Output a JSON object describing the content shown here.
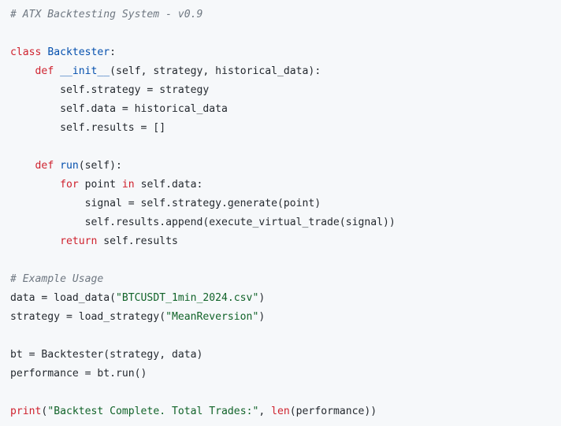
{
  "code": {
    "lines": [
      [
        {
          "t": "# ATX Backtesting System - v0.9",
          "c": "comment"
        }
      ],
      [],
      [
        {
          "t": "class",
          "c": "kw"
        },
        {
          "t": " ",
          "c": "name"
        },
        {
          "t": "Backtester",
          "c": "class"
        },
        {
          "t": ":",
          "c": "name"
        }
      ],
      [
        {
          "t": "    ",
          "c": "name"
        },
        {
          "t": "def",
          "c": "kw"
        },
        {
          "t": " ",
          "c": "name"
        },
        {
          "t": "__init__",
          "c": "fn"
        },
        {
          "t": "(self, strategy, historical_data):",
          "c": "name"
        }
      ],
      [
        {
          "t": "        self.strategy = strategy",
          "c": "name"
        }
      ],
      [
        {
          "t": "        self.data = historical_data",
          "c": "name"
        }
      ],
      [
        {
          "t": "        self.results = []",
          "c": "name"
        }
      ],
      [],
      [
        {
          "t": "    ",
          "c": "name"
        },
        {
          "t": "def",
          "c": "kw"
        },
        {
          "t": " ",
          "c": "name"
        },
        {
          "t": "run",
          "c": "fn"
        },
        {
          "t": "(self):",
          "c": "name"
        }
      ],
      [
        {
          "t": "        ",
          "c": "name"
        },
        {
          "t": "for",
          "c": "kw"
        },
        {
          "t": " point ",
          "c": "name"
        },
        {
          "t": "in",
          "c": "kw"
        },
        {
          "t": " self.data:",
          "c": "name"
        }
      ],
      [
        {
          "t": "            signal = self.strategy.generate(point)",
          "c": "name"
        }
      ],
      [
        {
          "t": "            self.results.append(execute_virtual_trade(signal))",
          "c": "name"
        }
      ],
      [
        {
          "t": "        ",
          "c": "name"
        },
        {
          "t": "return",
          "c": "kw"
        },
        {
          "t": " self.results",
          "c": "name"
        }
      ],
      [],
      [
        {
          "t": "# Example Usage",
          "c": "comment"
        }
      ],
      [
        {
          "t": "data = load_data(",
          "c": "name"
        },
        {
          "t": "\"BTCUSDT_1min_2024.csv\"",
          "c": "str"
        },
        {
          "t": ")",
          "c": "name"
        }
      ],
      [
        {
          "t": "strategy = load_strategy(",
          "c": "name"
        },
        {
          "t": "\"MeanReversion\"",
          "c": "str"
        },
        {
          "t": ")",
          "c": "name"
        }
      ],
      [],
      [
        {
          "t": "bt = Backtester(strategy, data)",
          "c": "name"
        }
      ],
      [
        {
          "t": "performance = bt.run()",
          "c": "name"
        }
      ],
      [],
      [
        {
          "t": "print",
          "c": "kw"
        },
        {
          "t": "(",
          "c": "name"
        },
        {
          "t": "\"Backtest Complete. Total Trades:\"",
          "c": "str"
        },
        {
          "t": ", ",
          "c": "name"
        },
        {
          "t": "len",
          "c": "kw"
        },
        {
          "t": "(performance))",
          "c": "name"
        }
      ]
    ]
  },
  "colors": {
    "background": "#f6f8fa",
    "keyword": "#cf222e",
    "function": "#0550ae",
    "string": "#116329",
    "comment": "#6e7781",
    "text": "#24292f"
  }
}
